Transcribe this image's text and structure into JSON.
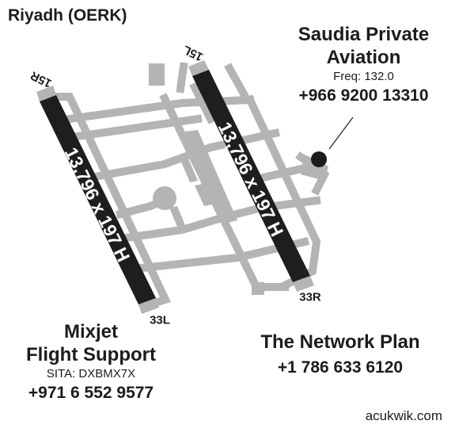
{
  "airport": {
    "title": "Riyadh (OERK)"
  },
  "runways": [
    {
      "id": "west",
      "end_north": "15R",
      "end_south": "33L",
      "dimensions": "13,796 x 197 H"
    },
    {
      "id": "east",
      "end_north": "15L",
      "end_south": "33R",
      "dimensions": "13,796 x 197 H"
    }
  ],
  "fbos": [
    {
      "id": "saudia",
      "name_lines": [
        "Saudia Private",
        "Aviation"
      ],
      "detail": "Freq: 132.0",
      "phone": "+966 9200 13310"
    },
    {
      "id": "mixjet",
      "name_lines": [
        "Mixjet",
        "Flight Support"
      ],
      "detail": "SITA: DXBMX7X",
      "phone": "+971 6 552 9577"
    },
    {
      "id": "network",
      "name_lines": [
        "The Network Plan"
      ],
      "phone": "+1 786 633 6120"
    }
  ],
  "source": "acukwik.com",
  "colors": {
    "runway": "#1e1e1e",
    "taxiway": "#b4b4b4",
    "text": "#1c1c1c",
    "background": "#ffffff"
  },
  "icons": {
    "fbo_marker": "filled-circle-icon"
  }
}
